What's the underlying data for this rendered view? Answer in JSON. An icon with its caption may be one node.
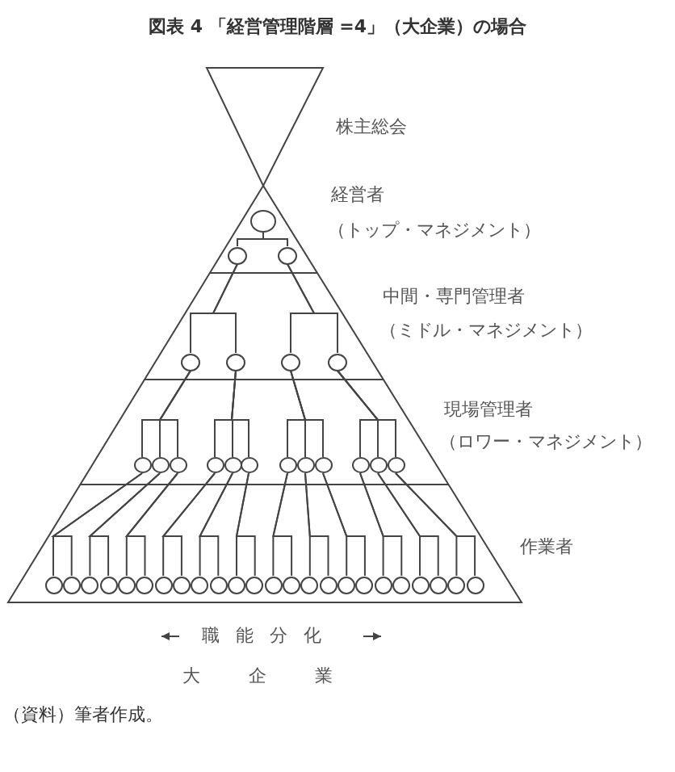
{
  "diagram": {
    "title": "図表 4 「経営管理階層 =4」（大企業）の場合",
    "caption": "（資料）筆者作成。",
    "nodes": [
      {
        "text": [],
        "shape": "circle"
      },
      {
        "text": [],
        "shape": "circle"
      },
      {
        "text": [],
        "shape": "circle"
      },
      {
        "text": [],
        "shape": "circle"
      },
      {
        "text": [],
        "shape": "circle"
      },
      {
        "text": [],
        "shape": "circle"
      },
      {
        "text": [],
        "shape": "circle"
      },
      {
        "text": [],
        "shape": "circle"
      },
      {
        "text": [],
        "shape": "circle"
      },
      {
        "text": [],
        "shape": "circle"
      },
      {
        "text": [],
        "shape": "circle"
      },
      {
        "text": [],
        "shape": "circle"
      },
      {
        "text": [],
        "shape": "circle"
      },
      {
        "text": [],
        "shape": "circle"
      },
      {
        "text": [],
        "shape": "circle"
      },
      {
        "text": [],
        "shape": "circle"
      },
      {
        "text": [],
        "shape": "circle"
      },
      {
        "text": [],
        "shape": "circle"
      },
      {
        "text": [],
        "shape": "circle"
      },
      {
        "text": [],
        "shape": "circle"
      },
      {
        "text": [],
        "shape": "circle"
      },
      {
        "text": [],
        "shape": "circle"
      },
      {
        "text": [],
        "shape": "circle"
      },
      {
        "text": [],
        "shape": "circle"
      },
      {
        "text": [],
        "shape": "circle"
      },
      {
        "text": [],
        "shape": "circle"
      },
      {
        "text": [],
        "shape": "circle"
      },
      {
        "text": [],
        "shape": "circle"
      },
      {
        "text": [],
        "shape": "circle"
      },
      {
        "text": [],
        "shape": "circle"
      },
      {
        "text": [],
        "shape": "circle"
      },
      {
        "text": [],
        "shape": "circle"
      },
      {
        "text": [],
        "shape": "circle"
      },
      {
        "text": [],
        "shape": "circle"
      },
      {
        "text": [],
        "shape": "circle"
      },
      {
        "text": [],
        "shape": "circle"
      },
      {
        "text": [],
        "shape": "circle"
      },
      {
        "text": [],
        "shape": "circle"
      },
      {
        "text": [],
        "shape": "circle"
      },
      {
        "text": [],
        "shape": "circle"
      },
      {
        "text": [],
        "shape": "circle"
      },
      {
        "text": [],
        "shape": "circle"
      },
      {
        "text": [],
        "shape": "circle"
      }
    ],
    "edges": [
      {
        "from": 0,
        "to": 1,
        "arrow": "none"
      },
      {
        "from": 0,
        "to": 2,
        "arrow": "none"
      },
      {
        "from": 1,
        "to": 3,
        "arrow": "none"
      },
      {
        "from": 1,
        "to": 4,
        "arrow": "none"
      },
      {
        "from": 2,
        "to": 5,
        "arrow": "none"
      },
      {
        "from": 2,
        "to": 6,
        "arrow": "none"
      },
      {
        "from": 3,
        "to": 7,
        "arrow": "none"
      },
      {
        "from": 3,
        "to": 8,
        "arrow": "none"
      },
      {
        "from": 3,
        "to": 9,
        "arrow": "none"
      },
      {
        "from": 4,
        "to": 10,
        "arrow": "none"
      },
      {
        "from": 4,
        "to": 11,
        "arrow": "none"
      },
      {
        "from": 4,
        "to": 12,
        "arrow": "none"
      },
      {
        "from": 5,
        "to": 13,
        "arrow": "none"
      },
      {
        "from": 5,
        "to": 14,
        "arrow": "none"
      },
      {
        "from": 5,
        "to": 15,
        "arrow": "none"
      },
      {
        "from": 6,
        "to": 16,
        "arrow": "none"
      },
      {
        "from": 6,
        "to": 17,
        "arrow": "none"
      },
      {
        "from": 6,
        "to": 18,
        "arrow": "none"
      },
      {
        "from": 7,
        "to": 19,
        "arrow": "none"
      },
      {
        "from": 7,
        "to": 20,
        "arrow": "none"
      },
      {
        "from": 8,
        "to": 21,
        "arrow": "none"
      },
      {
        "from": 8,
        "to": 22,
        "arrow": "none"
      },
      {
        "from": 9,
        "to": 23,
        "arrow": "none"
      },
      {
        "from": 9,
        "to": 24,
        "arrow": "none"
      },
      {
        "from": 10,
        "to": 25,
        "arrow": "none"
      },
      {
        "from": 10,
        "to": 26,
        "arrow": "none"
      },
      {
        "from": 11,
        "to": 27,
        "arrow": "none"
      },
      {
        "from": 11,
        "to": 28,
        "arrow": "none"
      },
      {
        "from": 12,
        "to": 29,
        "arrow": "none"
      },
      {
        "from": 12,
        "to": 30,
        "arrow": "none"
      },
      {
        "from": 13,
        "to": 31,
        "arrow": "none"
      },
      {
        "from": 13,
        "to": 32,
        "arrow": "none"
      },
      {
        "from": 14,
        "to": 33,
        "arrow": "none"
      },
      {
        "from": 14,
        "to": 34,
        "arrow": "none"
      },
      {
        "from": 15,
        "to": 35,
        "arrow": "none"
      },
      {
        "from": 15,
        "to": 36,
        "arrow": "none"
      },
      {
        "from": 16,
        "to": 37,
        "arrow": "none"
      },
      {
        "from": 16,
        "to": 38,
        "arrow": "none"
      },
      {
        "from": 17,
        "to": 39,
        "arrow": "none"
      },
      {
        "from": 17,
        "to": 40,
        "arrow": "none"
      },
      {
        "from": 18,
        "to": 41,
        "arrow": "none"
      },
      {
        "from": 18,
        "to": 42,
        "arrow": "none"
      }
    ],
    "labels": [
      "株主総会",
      "経営者",
      "（トップ・マネジメント）",
      "中間・専門管理者",
      "（ミドル・マネジメント）",
      "現場管理者",
      "（ロワー・マネジメント）",
      "作業者",
      "職能分化",
      "大企業"
    ]
  }
}
